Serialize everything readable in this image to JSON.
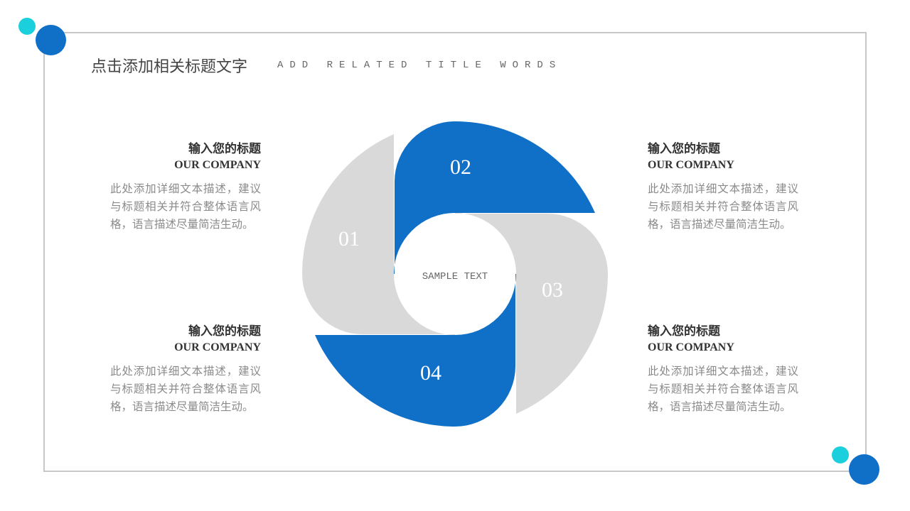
{
  "header": {
    "title": "点击添加相关标题文字",
    "subtitle": "ADD RELATED TITLE WORDS"
  },
  "colors": {
    "blue": "#1070c8",
    "gray": "#d9d9d9",
    "cyan": "#1ccfdc",
    "border": "#c8c8c8"
  },
  "diagram": {
    "center_text": "SAMPLE TEXT",
    "segments": [
      {
        "label": "01"
      },
      {
        "label": "02"
      },
      {
        "label": "03"
      },
      {
        "label": "04"
      }
    ]
  },
  "blocks": [
    {
      "title": "输入您的标题",
      "subtitle": "OUR COMPANY",
      "body": "此处添加详细文本描述，建议与标题相关并符合整体语言风格，语言描述尽量简洁生动。"
    },
    {
      "title": "输入您的标题",
      "subtitle": "OUR COMPANY",
      "body": "此处添加详细文本描述，建议与标题相关并符合整体语言风格，语言描述尽量简洁生动。"
    },
    {
      "title": "输入您的标题",
      "subtitle": "OUR COMPANY",
      "body": "此处添加详细文本描述，建议与标题相关并符合整体语言风格，语言描述尽量简洁生动。"
    },
    {
      "title": "输入您的标题",
      "subtitle": "OUR COMPANY",
      "body": "此处添加详细文本描述，建议与标题相关并符合整体语言风格，语言描述尽量简洁生动。"
    }
  ]
}
